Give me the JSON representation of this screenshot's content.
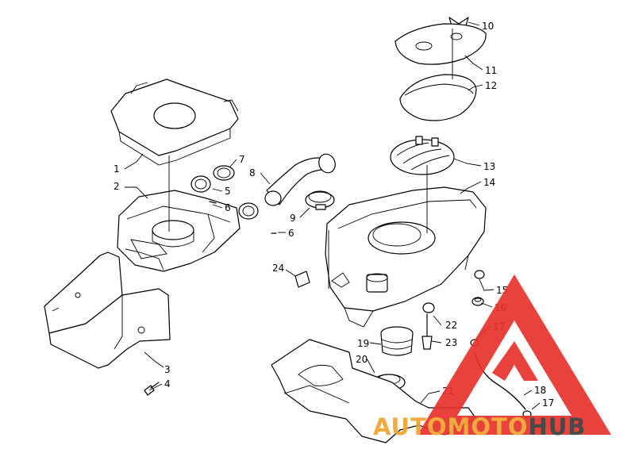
{
  "watermark": {
    "word_part1": "AUTOMOTO",
    "word_part2": "HUB",
    "color_red": "#e8322c",
    "color_dark": "#3a3a3a",
    "color_orange": "#f0a330"
  },
  "callouts": {
    "c1": "1",
    "c2": "2",
    "c3": "3",
    "c4": "4",
    "c5": "5",
    "c6a": "6",
    "c6b": "6",
    "c7": "7",
    "c8": "8",
    "c9": "9",
    "c10": "10",
    "c11": "11",
    "c12": "12",
    "c13": "13",
    "c14": "14",
    "c15": "15",
    "c16": "16",
    "c17a": "17",
    "c17b": "17",
    "c18": "18",
    "c19": "19",
    "c20": "20",
    "c21": "21",
    "c22": "22",
    "c23": "23",
    "c24": "24"
  }
}
